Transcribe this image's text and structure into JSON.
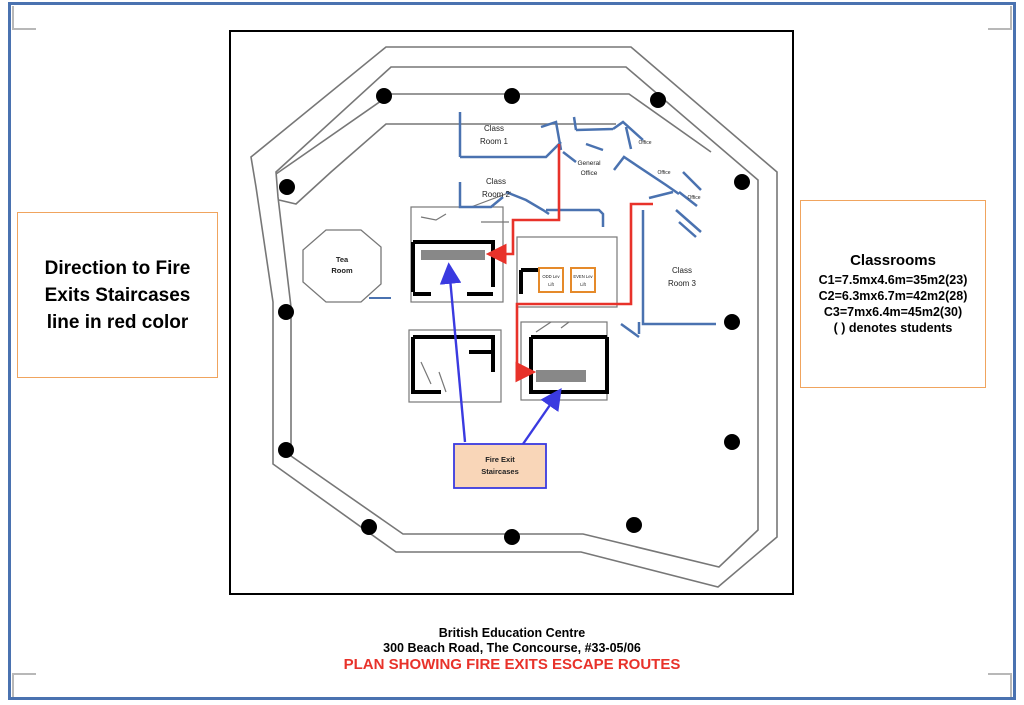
{
  "left_note": {
    "line1": "Direction to Fire",
    "line2": "Exits Staircases",
    "line3": "line in red color"
  },
  "classrooms": {
    "title": "Classrooms",
    "c1": "C1=7.5mx4.6m=35m2(23)",
    "c2": "C2=6.3mx6.7m=42m2(28)",
    "c3": "C3=7mx6.4m=45m2(30)",
    "note": "( ) denotes students"
  },
  "plan": {
    "class_room_1": [
      "Class",
      "Room 1"
    ],
    "class_room_2": [
      "Class",
      "Room 2"
    ],
    "class_room_3": [
      "Class",
      "Room 3"
    ],
    "general_office": [
      "General",
      "Office"
    ],
    "office_label": "Office",
    "tea_room": [
      "Tea",
      "Room"
    ],
    "lift_odd": [
      "ODD Lev",
      "Lift"
    ],
    "lift_even": [
      "EVEN Lev",
      "Lift"
    ],
    "fire_exit": [
      "Fire Exit",
      "Staircases"
    ]
  },
  "footer": {
    "line1": "British Education Centre",
    "line2": "300 Beach Road, The Concourse, #33-05/06",
    "line3": "PLAN SHOWING FIRE EXITS ESCAPE ROUTES"
  },
  "colors": {
    "route_red": "#e8322a",
    "wall_blue": "#4a72b0",
    "arrow_blue": "#3a3ae0",
    "box_orange": "#f0a45e",
    "fire_exit_fill": "#f9d6b8"
  }
}
